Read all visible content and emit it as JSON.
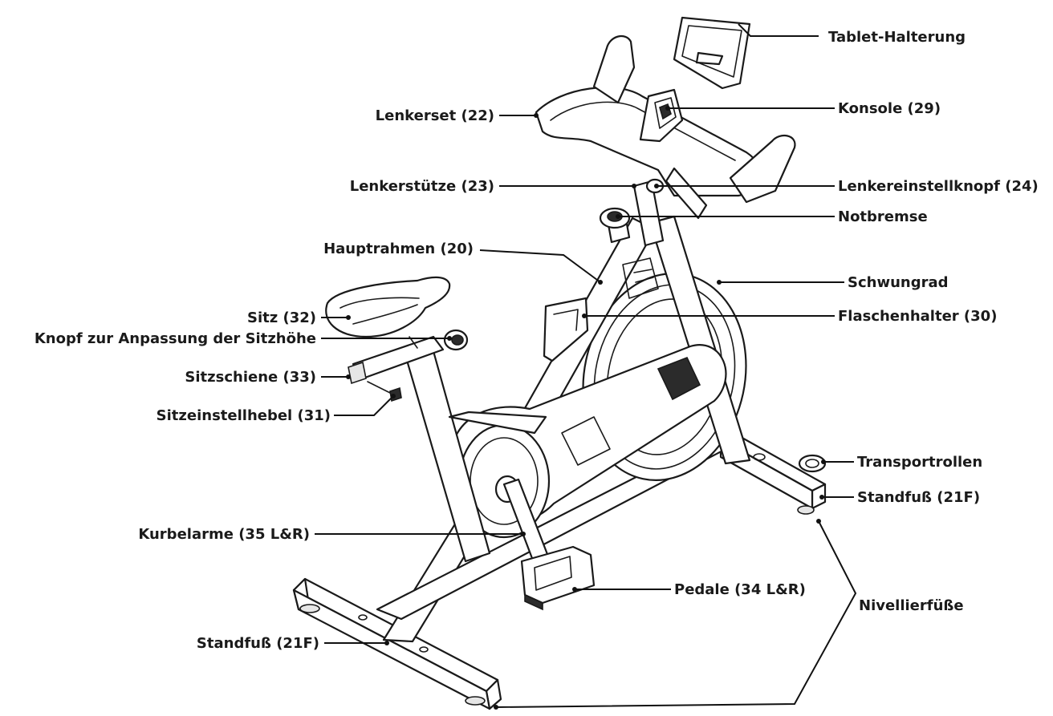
{
  "labels": {
    "tablet_holder": "Tablet-Halterung",
    "handlebar_set": "Lenkerset (22)",
    "console": "Konsole (29)",
    "handlebar_post": "Lenkerstütze (23)",
    "handlebar_knob": "Lenkereinstellknopf (24)",
    "emergency_brake": "Notbremse",
    "main_frame": "Hauptrahmen (20)",
    "flywheel": "Schwungrad",
    "seat": "Sitz (32)",
    "bottle_holder": "Flaschenhalter (30)",
    "seat_height_knob": "Knopf zur Anpassung der Sitzhöhe",
    "seat_rail": "Sitzschiene (33)",
    "seat_lever": "Sitzeinstellhebel (31)",
    "transport_wheels": "Transportrollen",
    "stabilizer_front": "Standfuß (21F)",
    "crank_arms": "Kurbelarme (35 L&R)",
    "pedals": "Pedale (34 L&R)",
    "leveling_feet": "Nivellierfüße",
    "stabilizer_rear": "Standfuß (21F)"
  }
}
